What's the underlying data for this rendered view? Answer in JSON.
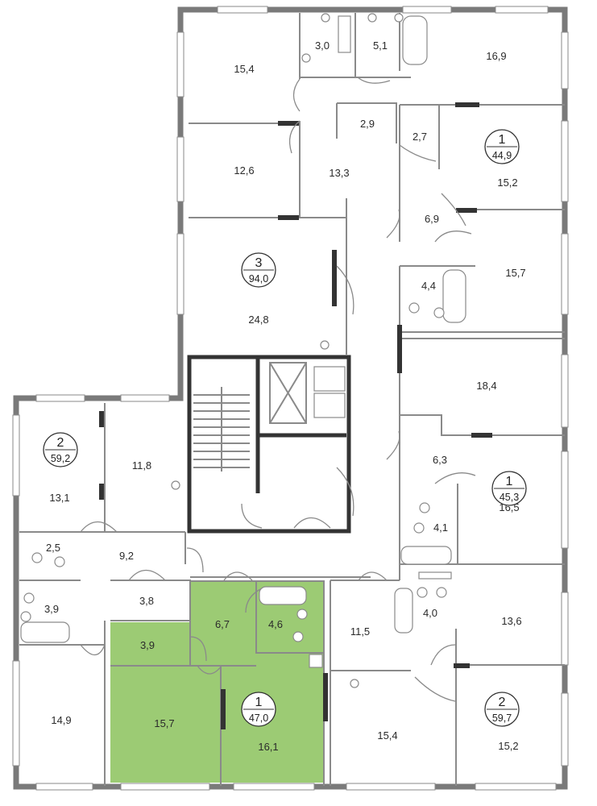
{
  "rooms": [
    {
      "id": "r1",
      "area": "15,4"
    },
    {
      "id": "r2",
      "area": "3,0"
    },
    {
      "id": "r3",
      "area": "5,1"
    },
    {
      "id": "r4",
      "area": "16,9"
    },
    {
      "id": "r5",
      "area": "2,9"
    },
    {
      "id": "r6",
      "area": "2,7"
    },
    {
      "id": "r7",
      "area": "12,6"
    },
    {
      "id": "r8",
      "area": "13,3"
    },
    {
      "id": "r9",
      "area": "15,2"
    },
    {
      "id": "r10",
      "area": "6,9"
    },
    {
      "id": "r11",
      "area": "4,4"
    },
    {
      "id": "r12",
      "area": "15,7"
    },
    {
      "id": "r13",
      "area": "24,8"
    },
    {
      "id": "r14",
      "area": "18,4"
    },
    {
      "id": "r15",
      "area": "11,8"
    },
    {
      "id": "r16",
      "area": "13,1"
    },
    {
      "id": "r17",
      "area": "6,3"
    },
    {
      "id": "r18",
      "area": "16,5"
    },
    {
      "id": "r19",
      "area": "4,1"
    },
    {
      "id": "r20",
      "area": "2,5"
    },
    {
      "id": "r21",
      "area": "9,2"
    },
    {
      "id": "r22",
      "area": "3,8"
    },
    {
      "id": "r23",
      "area": "3,9"
    },
    {
      "id": "r24",
      "area": "6,7"
    },
    {
      "id": "r25",
      "area": "4,6"
    },
    {
      "id": "r26",
      "area": "3,9"
    },
    {
      "id": "r27",
      "area": "11,5"
    },
    {
      "id": "r28",
      "area": "4,0"
    },
    {
      "id": "r29",
      "area": "13,6"
    },
    {
      "id": "r30",
      "area": "14,9"
    },
    {
      "id": "r31",
      "area": "15,7"
    },
    {
      "id": "r32",
      "area": "16,1"
    },
    {
      "id": "r33",
      "area": "15,4"
    },
    {
      "id": "r34",
      "area": "15,2"
    }
  ],
  "apartments": [
    {
      "id": "a1",
      "rooms": "1",
      "area": "44,9"
    },
    {
      "id": "a2",
      "rooms": "3",
      "area": "94,0"
    },
    {
      "id": "a3",
      "rooms": "2",
      "area": "59,2"
    },
    {
      "id": "a4",
      "rooms": "1",
      "area": "45,3"
    },
    {
      "id": "a5",
      "rooms": "1",
      "area": "47,0"
    },
    {
      "id": "a6",
      "rooms": "2",
      "area": "59,7"
    }
  ],
  "colors": {
    "highlight": "#9ccb74",
    "wall": "#7a7a7a",
    "core_wall": "#333333",
    "text": "#2b2b2b"
  }
}
